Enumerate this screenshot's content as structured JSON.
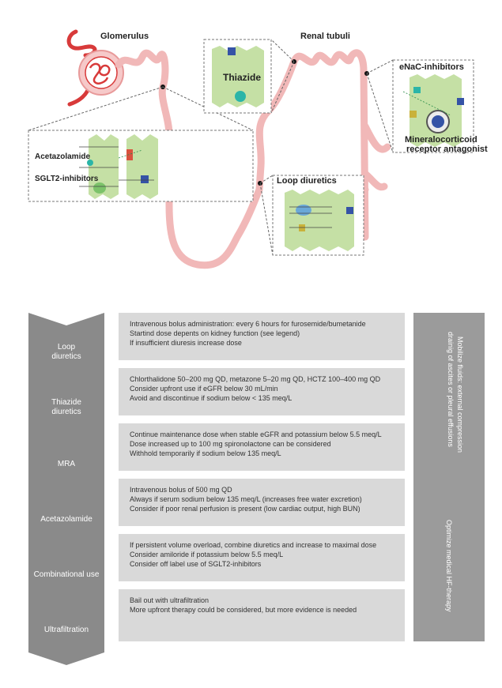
{
  "diagram": {
    "glomerulus": "Glomerulus",
    "renal_tubuli": "Renal tubuli",
    "thiazide": "Thiazide",
    "enac": "eNaC-inhibitors",
    "mra_line1": "Mineralocorticoid",
    "mra_line2": "receptor antagonist",
    "loop": "Loop diuretics",
    "acetazolamide": "Acetazolamide",
    "sglt2": "SGLT2-inhibitors"
  },
  "rows": [
    {
      "label": [
        "Loop",
        "diuretics"
      ],
      "lines": [
        "Intravenous bolus administration: every 6 hours for furosemide/bumetanide",
        "Startind dose depents on kidney function (see legend)",
        "If insufficient diuresis increase dose"
      ]
    },
    {
      "label": [
        "Thiazide",
        "diuretics"
      ],
      "lines": [
        "Chlorthalidone 50–200 mg QD, metazone 5–20 mg QD, HCTZ 100–400 mg QD",
        "Consider upfront use if eGFR below 30 mL/min",
        "Avoid and discontinue if sodium below < 135 meq/L"
      ]
    },
    {
      "label": [
        "MRA"
      ],
      "lines": [
        "Continue maintenance dose when stable eGFR and potassium below 5.5 meq/L",
        "Dose increased up to 100 mg spironolactone can be considered",
        "Withhold temporarily if sodium below 135 meq/L"
      ]
    },
    {
      "label": [
        "Acetazolamide"
      ],
      "lines": [
        "Intravenous bolus of 500 mg QD",
        "Always if serum sodium below 135 meq/L (increases free water excretion)",
        "Consider if poor renal perfusion is present (low cardiac output, high BUN)"
      ]
    },
    {
      "label": [
        "Combinational use"
      ],
      "lines": [
        "If persistent volume overload, combine diuretics and increase to maximal dose",
        "Consider amiloride if potassium below 5.5 meq/L",
        "Consider off label use of SGLT2-inhibitors"
      ]
    },
    {
      "label": [
        "Ultrafiltration"
      ],
      "lines": [
        "Bail out with ultrafiltration",
        "More upfront therapy could be considered, but more evidence is needed"
      ]
    }
  ],
  "side": {
    "top_line1": "Mobilize fluids: external compression",
    "top_line2": "drainig of ascites or pleural effusions",
    "bottom": "Optimize medical HF-therapy"
  }
}
